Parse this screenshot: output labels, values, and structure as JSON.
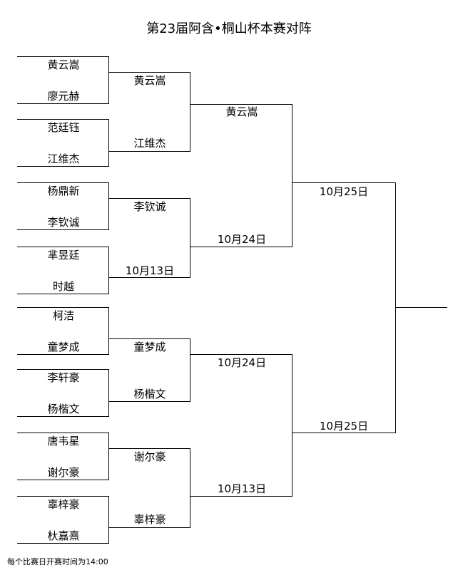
{
  "title": "第23届阿含•桐山杯本赛对阵",
  "footnote": "每个比赛日开赛时间为14:00",
  "round1": [
    "黄云嵩",
    "廖元赫",
    "范廷钰",
    "江维杰",
    "杨鼎新",
    "李钦诚",
    "芈昱廷",
    "时越",
    "柯洁",
    "童梦成",
    "李轩豪",
    "杨楷文",
    "唐韦星",
    "谢尔豪",
    "辜梓豪",
    "杕嘉熹"
  ],
  "round2": [
    "黄云嵩",
    "江维杰",
    "李钦诚",
    "10月13日",
    "童梦成",
    "杨楷文",
    "谢尔豪",
    "辜梓豪"
  ],
  "round3": [
    "黄云嵩",
    "10月24日",
    "10月24日",
    "10月13日"
  ],
  "round4": [
    "10月25日",
    "10月25日"
  ]
}
